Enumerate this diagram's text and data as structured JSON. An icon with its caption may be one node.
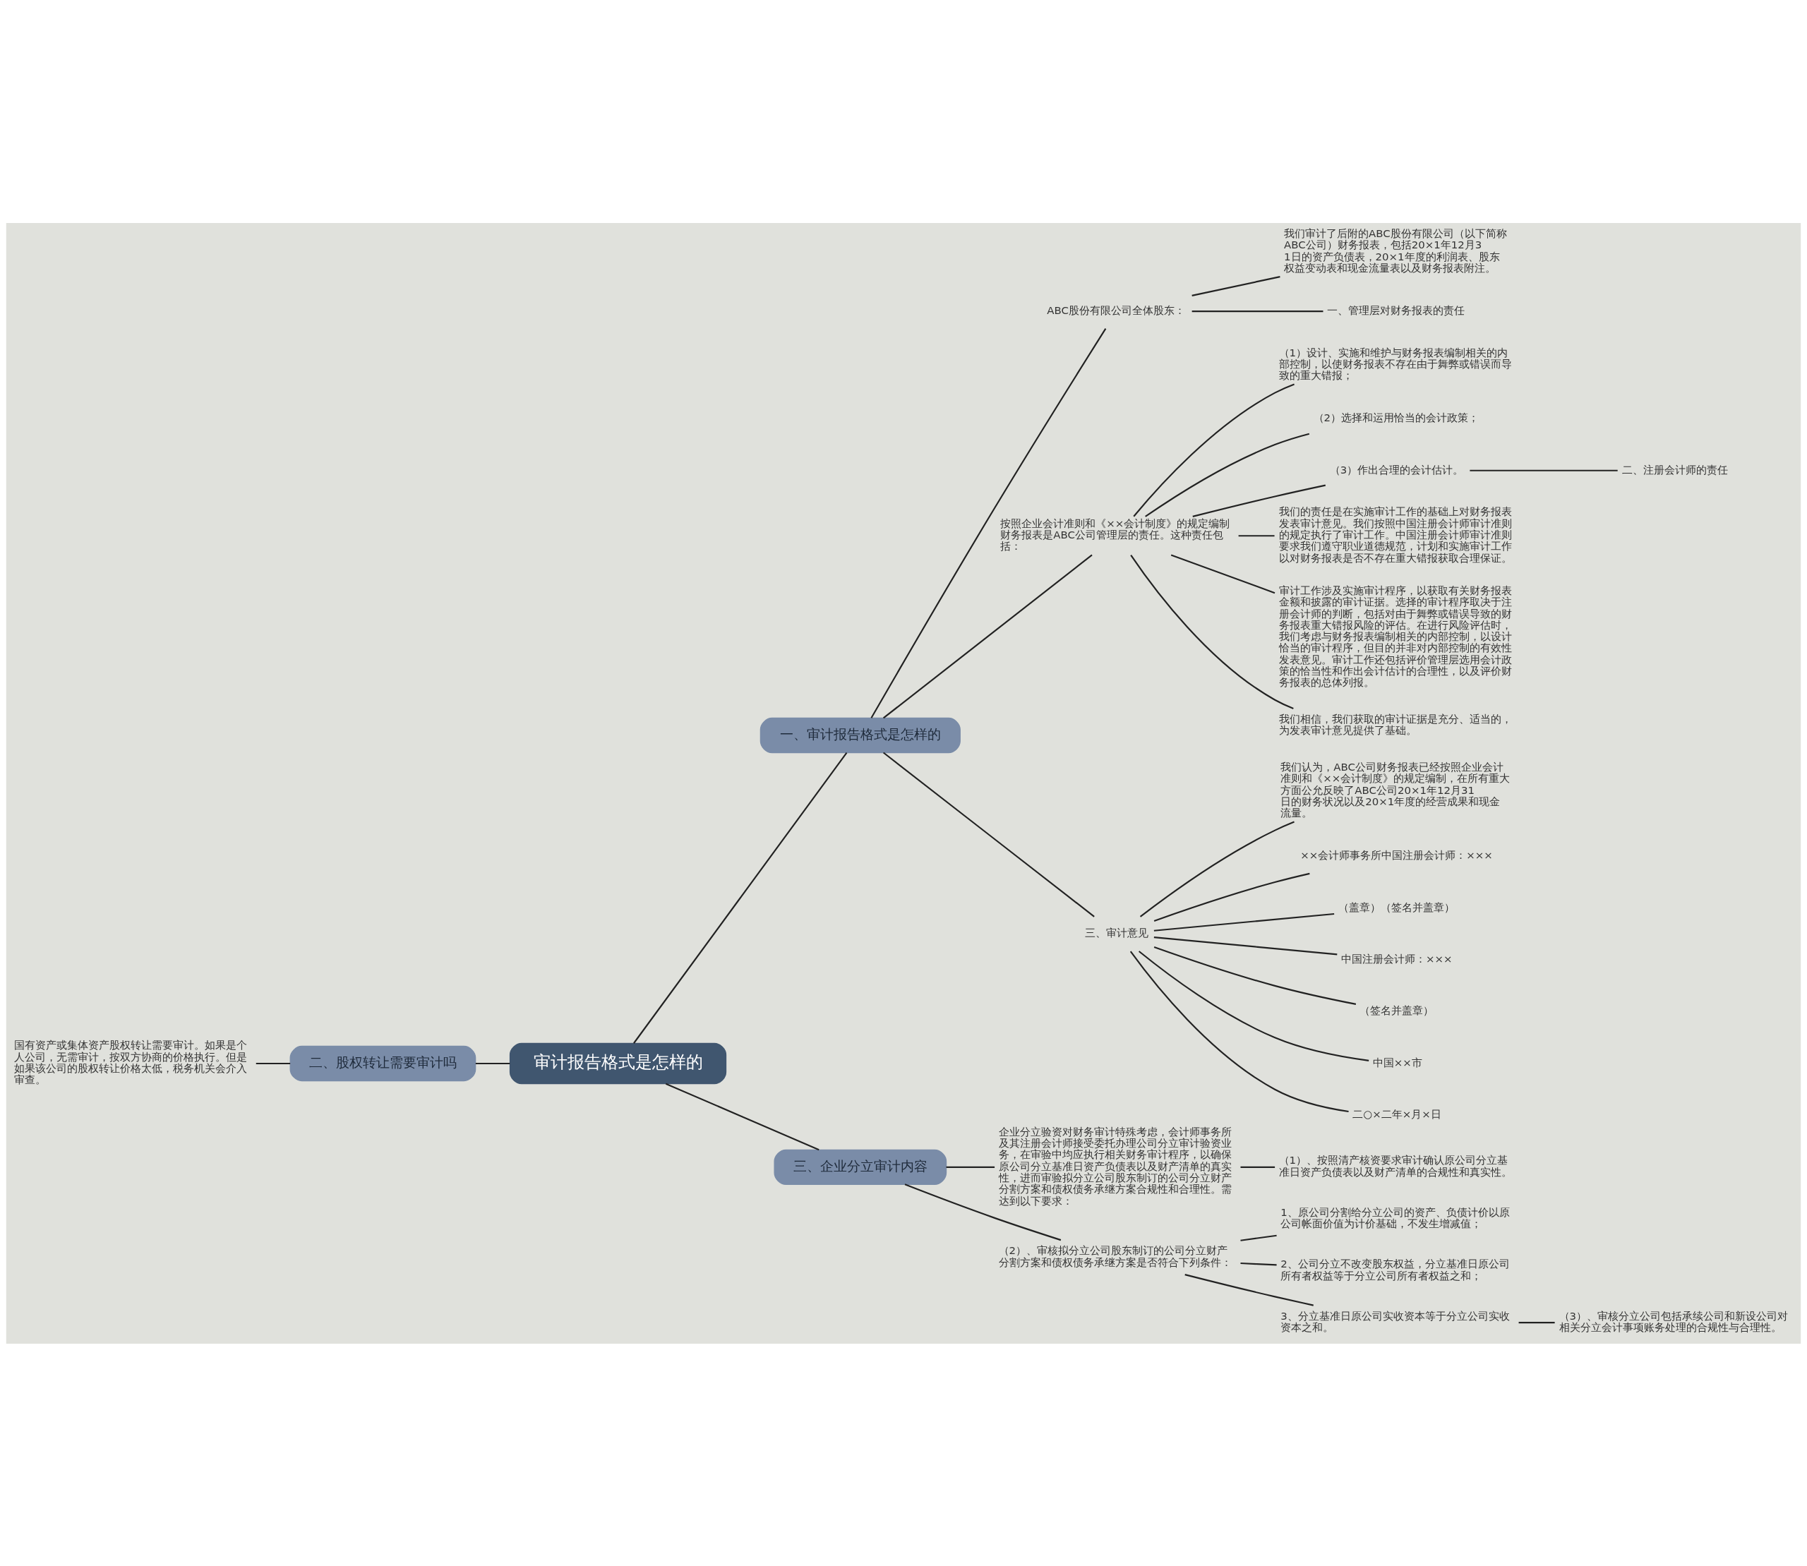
{
  "diagram": {
    "nodes": [
      {
        "text": [
          "审计报告格式是怎样的"
        ]
      },
      {
        "text": [
          "一、审计报告格式是怎样的"
        ]
      },
      {
        "text": [
          "ABC股份有限公司全体股东："
        ]
      },
      {
        "text": [
          "我们审计了后附的ABC股份有限公司（以下简称ABC公司）财务报表，包括20×1年12月31日的资产负债表，20×1年度的利润表、股东权益变动表和现金流量表以及财务报表附注。"
        ]
      },
      {
        "text": [
          "一、管理层对财务报表的责任"
        ]
      },
      {
        "text": [
          "按照企业会计准则和《××会计制度》的规定编制财务报表是ABC公司管理层的责任。这种责任包括："
        ]
      },
      {
        "text": [
          "（1）设计、实施和维护与财务报表编制相关的内部控制，以使财务报表不存在由于舞弊或错误而导致的重大错报；"
        ]
      },
      {
        "text": [
          "（2）选择和运用恰当的会计政策；"
        ]
      },
      {
        "text": [
          "（3）作出合理的会计估计。"
        ]
      },
      {
        "text": [
          "二、注册会计师的责任"
        ]
      },
      {
        "text": [
          "我们的责任是在实施审计工作的基础上对财务报表发表审计意见。我们按照中国注册会计师审计准则的规定执行了审计工作。中国注册会计师审计准则要求我们遵守职业道德规范，计划和实施审计工作以对财务报表是否不存在重大错报获取合理保证。"
        ]
      },
      {
        "text": [
          "审计工作涉及实施审计程序，以获取有关财务报表金额和披露的审计证据。选择的审计程序取决于注册会计师的判断，包括对由于舞弊或错误导致的财务报表重大错报风险的评估。在进行风险评估时，我们考虑与财务报表编制相关的内部控制，以设计恰当的审计程序，但目的并非对内部控制的有效性发表意见。审计工作还包括评价管理层选用会计政策的恰当性和作出会计估计的合理性，以及评价财务报表的总体列报。"
        ]
      },
      {
        "text": [
          "我们相信，我们获取的审计证据是充分、适当的，为发表审计意见提供了基础。"
        ]
      },
      {
        "text": [
          "三、审计意见"
        ]
      },
      {
        "text": [
          "我们认为，ABC公司财务报表已经按照企业会计准则和《××会计制度》的规定编制，在所有重大方面公允反映了ABC公司20×1年12月31日的财务状况以及20×1年度的经营成果和现金流量。"
        ]
      },
      {
        "text": [
          "××会计师事务所中国注册会计师：×××"
        ]
      },
      {
        "text": [
          "（盖章）（签名并盖章）"
        ]
      },
      {
        "text": [
          "中国注册会计师：×××"
        ]
      },
      {
        "text": [
          "（签名并盖章）"
        ]
      },
      {
        "text": [
          "中国××市"
        ]
      },
      {
        "text": [
          "二○×二年×月×日"
        ]
      },
      {
        "text": [
          "二、股权转让需要审计吗"
        ]
      },
      {
        "text": [
          "国有资产或集体资产股权转让需要审计。如果是个人公司，无需审计，按双方协商的价格执行。但是如果该公司的股权转让价格太低，税务机关会介入审查。"
        ]
      },
      {
        "text": [
          "三、企业分立审计内容"
        ]
      },
      {
        "text": [
          "企业分立验资对财务审计特殊考虑，会计师事务所及其注册会计师接受委托办理公司分立审计验资业务，在审验中均应执行相关财务审计程序，以确保原公司分立基准日资产负债表以及财产清单的真实性，进而审验拟分立公司股东制订的公司分立财产分割方案和债权债务承继方案合规性和合理性。需达到以下要求："
        ]
      },
      {
        "text": [
          "（1）、按照清产核资要求审计确认原公司分立基准日资产负债表以及财产清单的合规性和真实性。"
        ]
      },
      {
        "text": [
          "（2）、审核拟分立公司股东制订的公司分立财产分割方案和债权债务承继方案是否符合下列条件："
        ]
      },
      {
        "text": [
          "1、原公司分割给分立公司的资产、负债计价以原公司帐面价值为计价基础，不发生增减值；"
        ]
      },
      {
        "text": [
          "2、公司分立不改变股东权益，分立基准日原公司所有者权益等于分立公司所有者权益之和；"
        ]
      },
      {
        "text": [
          "3、分立基准日原公司实收资本等于分立公司实收资本之和。"
        ]
      },
      {
        "text": [
          "（3）、审核分立公司包括承续公司和新设公司对相关分立会计事项账务处理的合规性与合理性。"
        ]
      }
    ],
    "edges": [
      {
        "from": 0,
        "to": 1,
        "arrow": "none"
      },
      {
        "from": 1,
        "to": 2,
        "arrow": "none"
      },
      {
        "from": 2,
        "to": 3,
        "arrow": "none"
      },
      {
        "from": 2,
        "to": 4,
        "arrow": "none"
      },
      {
        "from": 1,
        "to": 5,
        "arrow": "none"
      },
      {
        "from": 5,
        "to": 6,
        "arrow": "none"
      },
      {
        "from": 5,
        "to": 7,
        "arrow": "none"
      },
      {
        "from": 5,
        "to": 8,
        "arrow": "none"
      },
      {
        "from": 8,
        "to": 9,
        "arrow": "none"
      },
      {
        "from": 5,
        "to": 10,
        "arrow": "none"
      },
      {
        "from": 5,
        "to": 11,
        "arrow": "none"
      },
      {
        "from": 5,
        "to": 12,
        "arrow": "none"
      },
      {
        "from": 1,
        "to": 13,
        "arrow": "none"
      },
      {
        "from": 13,
        "to": 14,
        "arrow": "none"
      },
      {
        "from": 13,
        "to": 15,
        "arrow": "none"
      },
      {
        "from": 13,
        "to": 16,
        "arrow": "none"
      },
      {
        "from": 13,
        "to": 17,
        "arrow": "none"
      },
      {
        "from": 13,
        "to": 18,
        "arrow": "none"
      },
      {
        "from": 13,
        "to": 19,
        "arrow": "none"
      },
      {
        "from": 13,
        "to": 20,
        "arrow": "none"
      },
      {
        "from": 0,
        "to": 21,
        "arrow": "none"
      },
      {
        "from": 21,
        "to": 22,
        "arrow": "none"
      },
      {
        "from": 0,
        "to": 23,
        "arrow": "none"
      },
      {
        "from": 23,
        "to": 24,
        "arrow": "none"
      },
      {
        "from": 24,
        "to": 25,
        "arrow": "none"
      },
      {
        "from": 23,
        "to": 26,
        "arrow": "none"
      },
      {
        "from": 26,
        "to": 27,
        "arrow": "none"
      },
      {
        "from": 26,
        "to": 28,
        "arrow": "none"
      },
      {
        "from": 26,
        "to": 29,
        "arrow": "none"
      },
      {
        "from": 29,
        "to": 30,
        "arrow": "none"
      }
    ]
  }
}
